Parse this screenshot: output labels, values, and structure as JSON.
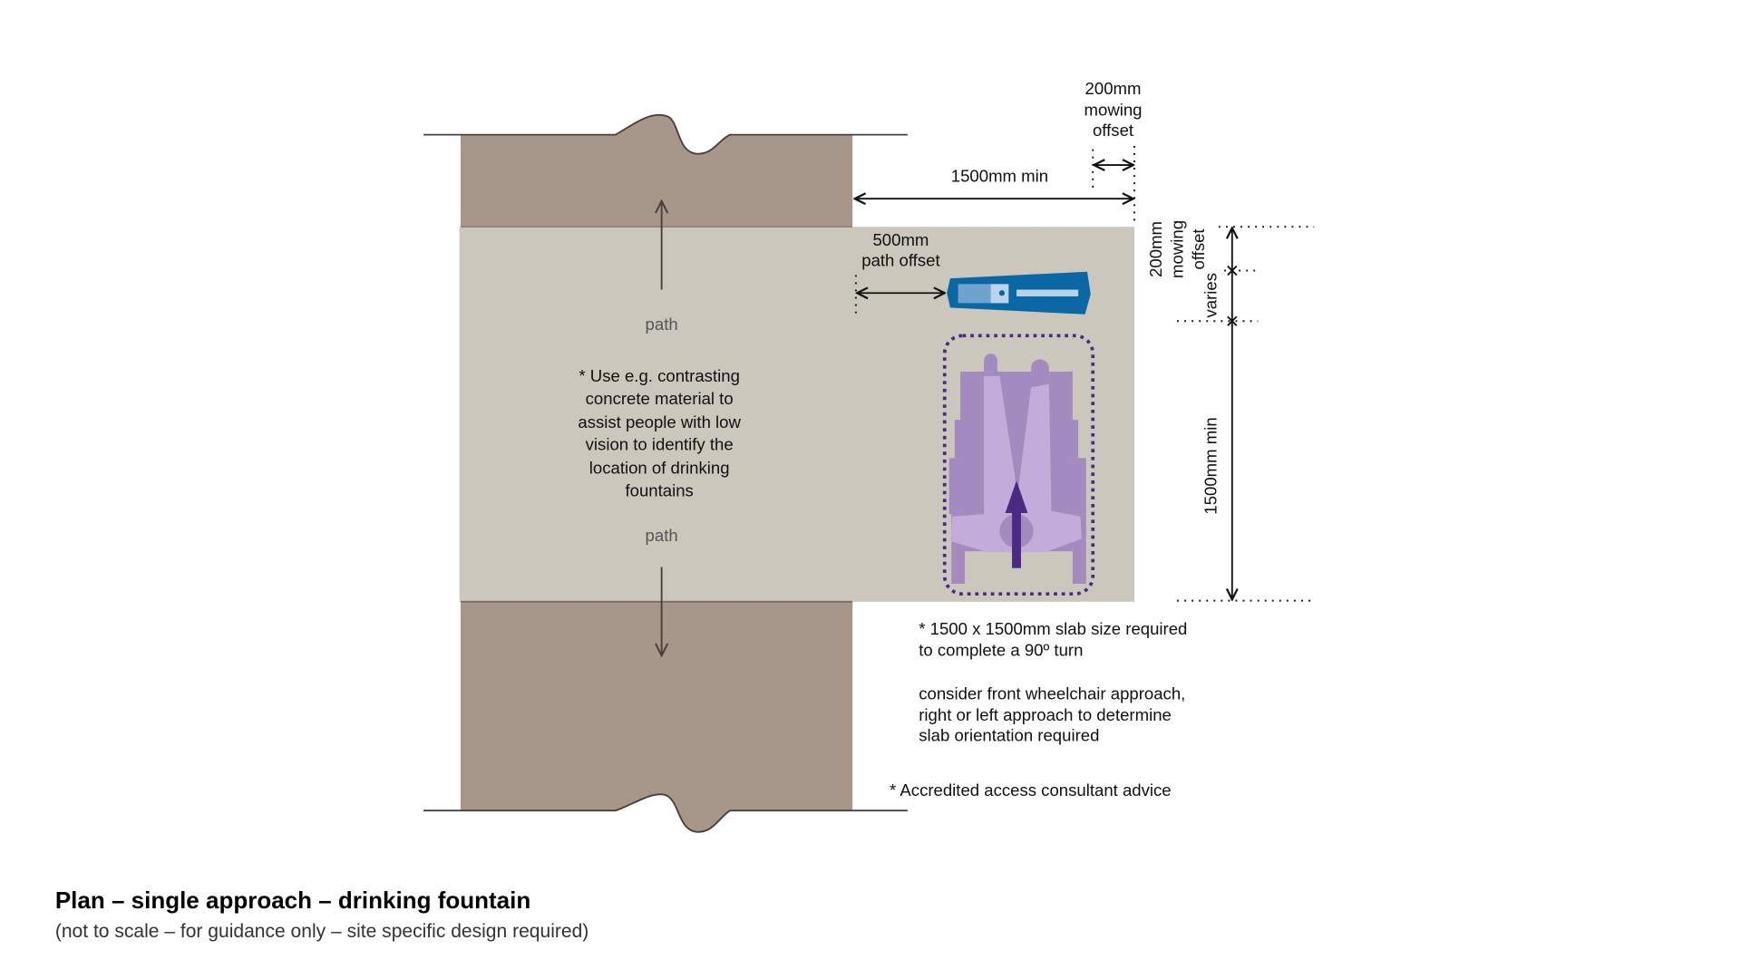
{
  "colors": {
    "paving": "#a6978a",
    "path": "#cbc7bc",
    "fountain": "#0a67a3",
    "fountain_light": "#b8d3ea",
    "chair": "#a48bbf",
    "chair_light": "#c3acd9",
    "accent": "#4b2a84"
  },
  "labels": {
    "path_top": "path",
    "path_bottom": "path",
    "note_lines": [
      "* Use e.g. contrasting",
      "concrete material to",
      "assist people with low",
      "vision to identify the",
      "location of drinking",
      "fountains"
    ],
    "top_offset_lines": [
      "200mm",
      "mowing",
      "offset"
    ],
    "width_min": "1500mm min",
    "path_offset_lines": [
      "500mm",
      "path offset"
    ],
    "side_offset_lines": [
      "200mm",
      "mowing",
      "offset"
    ],
    "varies": "varies",
    "depth_min": "1500mm min",
    "slab_note_lines": [
      "* 1500 x 1500mm slab size required",
      "to complete a 90º turn"
    ],
    "approach_note_lines": [
      "consider front wheelchair approach,",
      "right or left approach to determine",
      "slab orientation required"
    ],
    "consultant_note": "* Accredited access consultant advice"
  },
  "caption": {
    "title": "Plan – single approach – drinking fountain",
    "subtitle": "(not to scale – for guidance only – site specific design required)"
  }
}
